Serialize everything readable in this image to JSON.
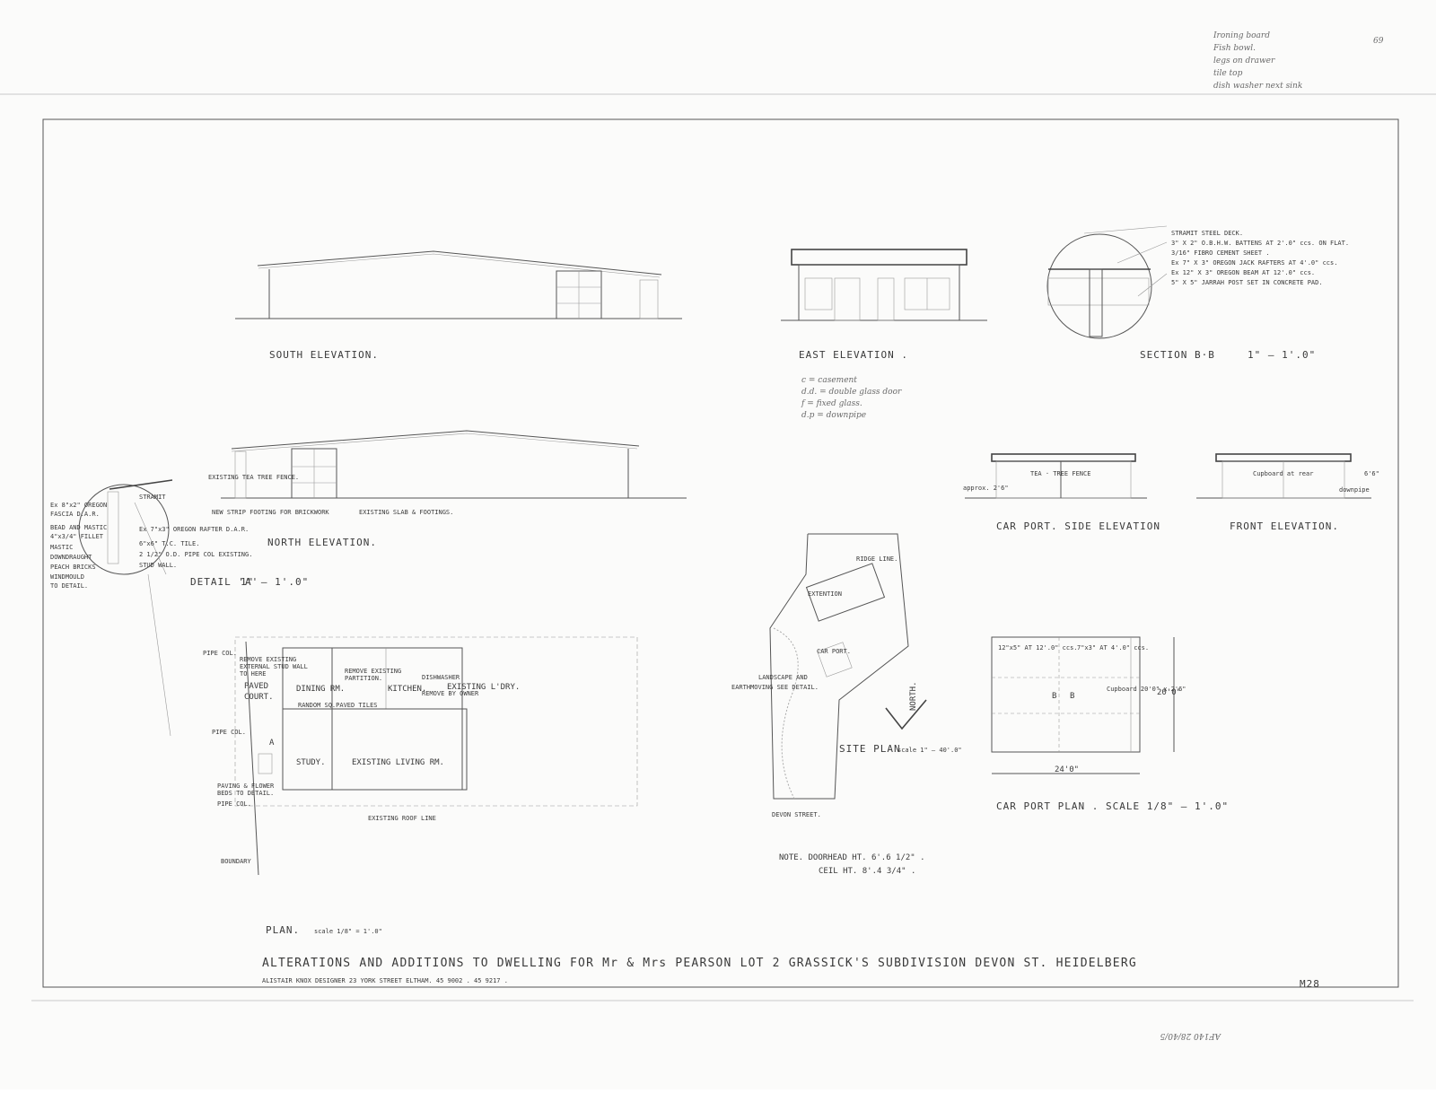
{
  "handwritten_notes": [
    "Ironing board",
    "Fish bowl.",
    "legs on drawer",
    "tile top",
    "dish washer next sink"
  ],
  "sheet_mark": "69",
  "views": {
    "south_elevation": "SOUTH  ELEVATION.",
    "east_elevation": "EAST  ELEVATION .",
    "section_bb": "SECTION  B·B",
    "section_bb_scale": "1\" – 1'.0\"",
    "north_elevation": "NORTH  ELEVATION.",
    "detail_a": "DETAIL 'A'",
    "detail_a_scale": "1\" – 1'.0\"",
    "carport_side": "CAR PORT.   SIDE ELEVATION",
    "front_elevation": "FRONT  ELEVATION.",
    "site_plan": "SITE PLAN",
    "site_plan_scale": "scale 1\" – 40'.0\"",
    "carport_plan": "CAR PORT PLAN . SCALE 1/8\" – 1'.0\"",
    "plan": "PLAN.",
    "plan_scale": "scale 1/8\" = 1'.0\""
  },
  "legend": [
    "c = casement",
    "d.d. = double glass door",
    "f = fixed glass.",
    "d.p = downpipe"
  ],
  "section_notes": [
    "STRAMIT STEEL DECK.",
    "3\" X 2\"  O.B.H.W. BATTENS AT 2'.0\" ccs. ON FLAT.",
    "3/16\" FIBRO CEMENT SHEET .",
    "Ex 7\" X 3\"  OREGON  JACK RAFTERS AT 4'.0\" ccs.",
    "Ex 12\" X 3\"  OREGON BEAM  AT  12'.0\" ccs.",
    "5\" X 5\"  JARRAH POST SET IN CONCRETE PAD."
  ],
  "north_notes": {
    "fence": "EXISTING TEA TREE FENCE.",
    "footing": "NEW STRIP FOOTING FOR BRICKWORK",
    "slab": "EXISTING SLAB & FOOTINGS."
  },
  "detail_notes": [
    "Ex 8\"x2\" OREGON",
    "FASCIA D.A.R.",
    "BEAD AND MASTIC",
    "4\"x3/4\" FILLET",
    "MASTIC",
    "DOWNDRAUGHT",
    "PEACH BRICKS",
    "WINDMOULD",
    "TO DETAIL."
  ],
  "detail_notes_right": [
    "STRAMIT",
    "Ex 7\"x3\" OREGON RAFTER D.A.R.",
    "6\"x6\" T.C. TILE.",
    "2 1/2\" O.D. PIPE COL EXISTING.",
    "STUD WALL."
  ],
  "carport_side_notes": {
    "fence": "TEA · TREE  FENCE",
    "approx": "approx. 2'6\""
  },
  "front_notes": {
    "cupboard": "Cupboard at rear",
    "height": "6'6\"",
    "downpipe": "downpipe"
  },
  "site_notes": {
    "ridge": "RIDGE LINE.",
    "extention": "EXTENTION",
    "carport": "CAR PORT.",
    "landscape": "LANDSCAPE AND",
    "earthmoving": "EARTHMOVING SEE DETAIL.",
    "north": "NORTH.",
    "street": "DEVON  STREET."
  },
  "carport_plan_notes": {
    "a": "12\"x5\" AT 12'.0\" ccs.",
    "b": "7\"x3\" AT 4'.0\" ccs.",
    "cupboard": "Cupboard 20'0\" x 2'6\"",
    "width": "24'0\"",
    "depth": "20'0\"",
    "b1": "B",
    "b2": "B"
  },
  "plan_notes": {
    "pipe_col": "PIPE COL.",
    "remove_wall": "REMOVE EXISTING",
    "remove_wall2": "EXTERNAL STUD WALL",
    "remove_wall3": "TO HERE",
    "paved": "PAVED",
    "court": "COURT.",
    "dining": "DINING RM.",
    "partition": "REMOVE EXISTING",
    "partition2": "PARTITION.",
    "kitchen": "KITCHEN.",
    "dishwasher": "DISHWASHER",
    "by_owner": "REMOVE BY OWNER",
    "laundry": "EXISTING L'DRY.",
    "terrazzo": "RANDOM SQ.PAVED TILES",
    "pipe_col2": "PIPE COL.",
    "study": "STUDY.",
    "living": "EXISTING  LIVING RM.",
    "paving": "PAVING & FLOWER",
    "paving2": "BEDS TO DETAIL.",
    "pipe_col3": "PIPE COL.",
    "roof_line": "EXISTING ROOF LINE",
    "boundary": "BOUNDARY",
    "a_mark": "A"
  },
  "heights": {
    "doorhead": "NOTE.  DOORHEAD HT.  6'.6 1/2\" .",
    "ceil": "CEIL HT.       8'.4 3/4\" ."
  },
  "title": "ALTERATIONS  AND  ADDITIONS  TO  DWELLING  FOR   Mr & Mrs  PEARSON   LOT 2   GRASSICK'S  SUBDIVISION   DEVON  ST.  HEIDELBERG",
  "designer": "ALISTAIR   KNOX    DESIGNER          23 YORK  STREET  ELTHAM.   45 9002  .  45 9217 .",
  "drawing_no": "M28",
  "catalogue": "AF140 28/40/5"
}
